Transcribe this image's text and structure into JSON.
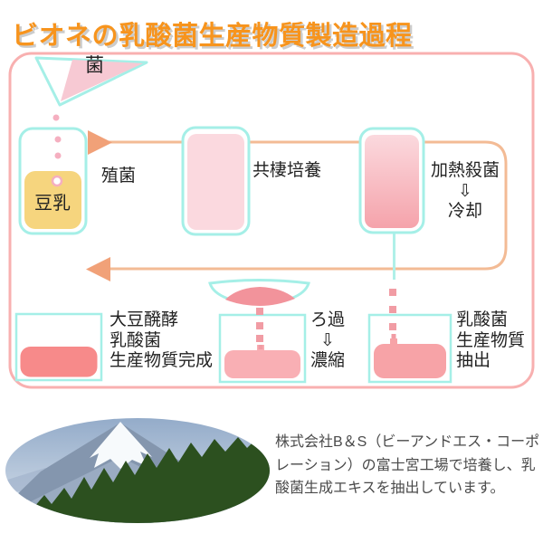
{
  "title": "ビオネの乳酸菌生産物質製造過程",
  "diagram": {
    "funnel_label": "菌",
    "soymilk_label": "豆乳",
    "step_inoculation": "殖菌",
    "step_coculture": "共棲培養",
    "step_heat_sterilize": "加熱殺菌",
    "down_arrow": "⇩",
    "step_cooling": "冷却",
    "finished_line1": "大豆醗酵",
    "finished_line2": "乳酸菌",
    "finished_line3": "生産物質完成",
    "step_filtration": "ろ過",
    "step_concentration": "濃縮",
    "extract_line1": "乳酸菌",
    "extract_line2": "生産物質",
    "extract_line3": "抽出"
  },
  "caption": {
    "line1": "株式会社B＆S（ビーアンドエス・コーポ",
    "line2": "レーション）の富士宮工場で培養し、乳",
    "line3": "酸菌生成エキスを抽出しています。"
  },
  "colors": {
    "title_orange": "#f7941d",
    "frame_pink": "#f8b0b0",
    "flow_salmon_line": "#f3bb95",
    "flow_arrow": "#f1a178",
    "vessel_border_cyan": "#a5efe7",
    "soymilk_yellow": "#f6d57e",
    "culture_pink": "#fbd9df",
    "heat_pink_top": "#fbd9de",
    "heat_pink_bottom": "#f5a3ab",
    "finished_liquid": "#f78a8a",
    "concentrate_liquid": "#f9afb4",
    "extract_liquid": "#f7a3a7",
    "drip_pink": "#f19ca4",
    "funnel_pink": "#f7c9d3"
  }
}
